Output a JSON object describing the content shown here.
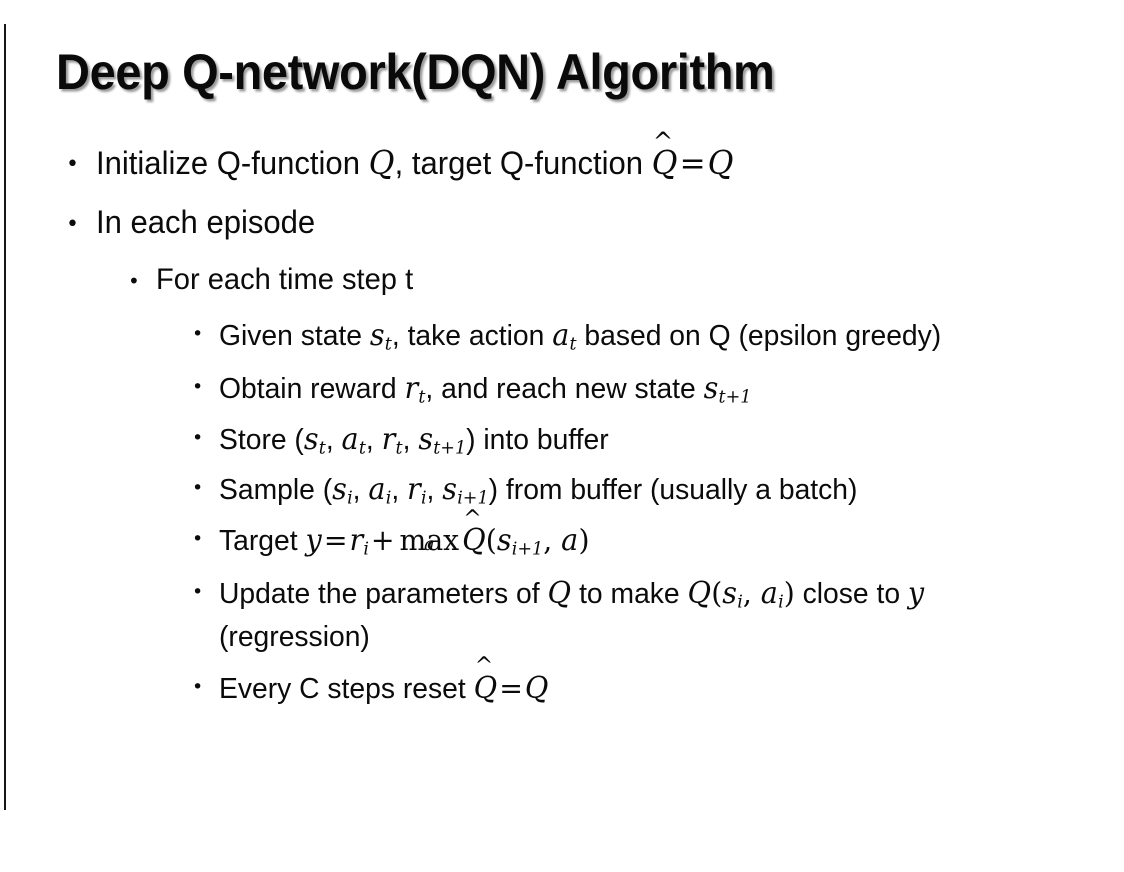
{
  "slide": {
    "title": "Deep Q-network(DQN) Algorithm",
    "background_color": "#ffffff",
    "text_color": "#0b0b0b",
    "bullet_glyph": "•"
  },
  "content": {
    "l1_initialize": {
      "prefix": "Initialize Q-function ",
      "var_q": "Q",
      "mid": ", target Q-function ",
      "qhat": "Q",
      "hat": "^",
      "equals": "=",
      "var_q2": "Q",
      "plain_text": "Initialize Q-function Q, target Q-function Q̂ = Q"
    },
    "l1_episode": {
      "text": "In each episode"
    },
    "l2_timestep": {
      "text": "For each time step t"
    },
    "l3_given_state": {
      "p1": "Given state ",
      "s": "s",
      "s_sub": "t",
      "p2": ", take action ",
      "a": "a",
      "a_sub": "t",
      "p3": " based on Q (epsilon greedy)",
      "plain_text": "Given state sₜ, take action aₜ based on Q (epsilon greedy)"
    },
    "l3_obtain_reward": {
      "p1": "Obtain reward ",
      "r": "r",
      "r_sub": "t",
      "p2": ", and reach new state ",
      "s": "s",
      "s_sub": "t+1",
      "plain_text": "Obtain reward rₜ, and reach new state sₜ₊₁"
    },
    "l3_store": {
      "p1": "Store (",
      "s": "s",
      "s_sub": "t",
      "c1": ", ",
      "a": "a",
      "a_sub": "t",
      "c2": ", ",
      "r": "r",
      "r_sub": "t",
      "c3": ", ",
      "s2": "s",
      "s2_sub": "t+1",
      "p2": ") into buffer",
      "plain_text": "Store (sₜ, aₜ, rₜ, sₜ₊₁) into buffer"
    },
    "l3_sample": {
      "p1": "Sample (",
      "s": "s",
      "s_sub": "i",
      "c1": ", ",
      "a": "a",
      "a_sub": "i",
      "c2": ", ",
      "r": "r",
      "r_sub": "i",
      "c3": ", ",
      "s2": "s",
      "s2_sub": "i+1",
      "p2": ") from buffer (usually a batch)",
      "plain_text": "Sample (sᵢ, aᵢ, rᵢ, sᵢ₊₁) from buffer (usually a batch)"
    },
    "l3_target": {
      "p1": "Target ",
      "y": "y",
      "eq": "=",
      "r": "r",
      "r_sub": "i",
      "plus": "+",
      "max": "max",
      "max_under": "a",
      "qhat": "Q",
      "hat": "^",
      "paren_open": "(",
      "s": "s",
      "s_sub": "i+1",
      "comma": ", ",
      "a": "a",
      "paren_close": ")",
      "plain_text": "Target y = rᵢ + maxₐ Q̂(sᵢ₊₁, a)"
    },
    "l3_update": {
      "p1": "Update the parameters of ",
      "q1": "Q",
      "p2": " to make ",
      "q2": "Q",
      "paren_open": "(",
      "s": "s",
      "s_sub": "i",
      "comma": ", ",
      "a": "a",
      "a_sub": "i",
      "paren_close": ")",
      "p3": " close to ",
      "y": "y",
      "p4": " (regression)",
      "plain_text": "Update the parameters of Q to make Q(sᵢ, aᵢ) close to y (regression)"
    },
    "l3_reset": {
      "p1": "Every C steps reset ",
      "qhat": "Q",
      "hat": "^",
      "eq": "=",
      "q": "Q",
      "plain_text": "Every C steps reset Q̂ = Q"
    }
  }
}
